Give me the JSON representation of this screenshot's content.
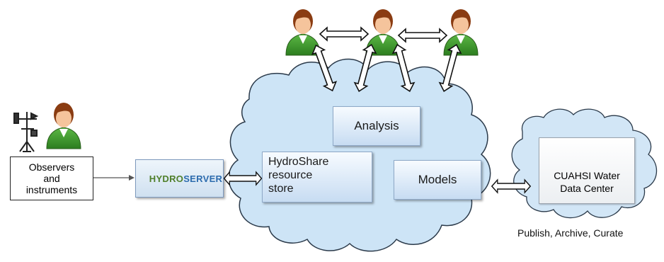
{
  "diagram": {
    "analysis_label": "Analysis",
    "models_label": "Models",
    "store_lines": [
      "HydroShare",
      "resource",
      "store"
    ],
    "hydroserver_part1": "HYDRO",
    "hydroserver_part2": "SERVER",
    "observers_lines": [
      "Observers",
      "and",
      "instruments"
    ],
    "data_center_lines": [
      "CUAHSI Water",
      "Data Center"
    ],
    "caption": "Publish, Archive, Curate"
  },
  "colors": {
    "cloud_fill": "#cde4f6",
    "cloud_stroke": "#2b3a4a",
    "shirt_green": "#3f9a2b",
    "hair_brown": "#8a3c12",
    "skin": "#f5c49c"
  }
}
